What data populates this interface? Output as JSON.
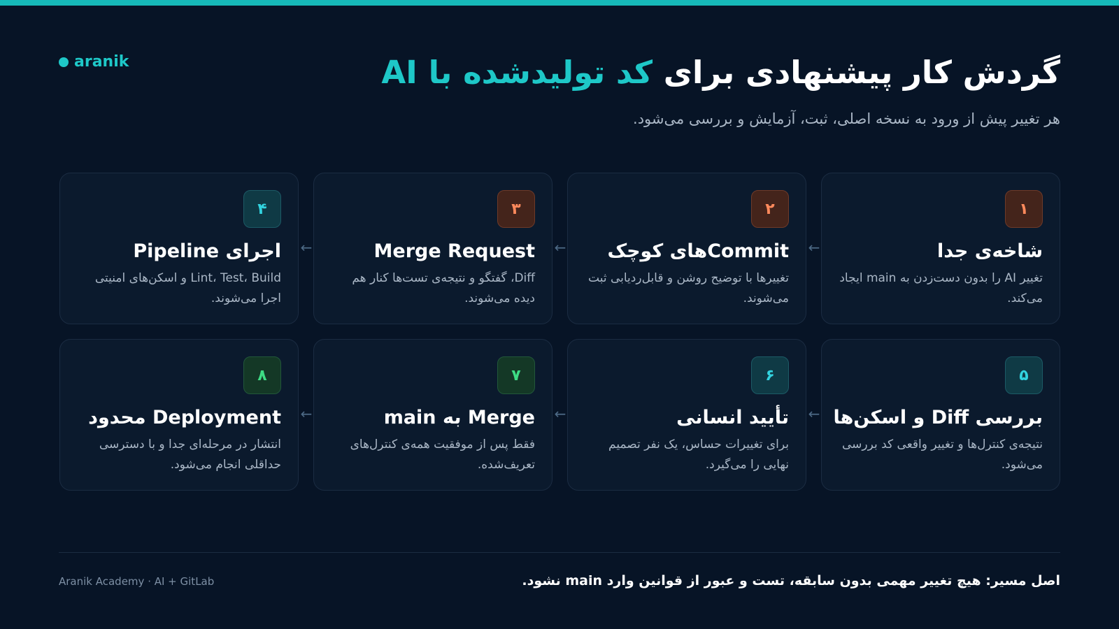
{
  "brand": {
    "name": "aranik"
  },
  "header": {
    "title_main": "گردش کار پیشنهادی برای ",
    "title_accent": "کد تولیدشده با AI",
    "subtitle": "هر تغییر پیش از ورود به نسخه اصلی، ثبت، آزمایش و بررسی می‌شود."
  },
  "steps": [
    {
      "number": "۱",
      "title": "شاخه‌ی جدا",
      "desc": "تغییر AI را بدون دست‌زدن به main ایجاد می‌کند.",
      "color": "orange"
    },
    {
      "number": "۲",
      "title": "Commitهای کوچک",
      "desc": "تغییرها با توضیح روشن و قابل‌ردیابی ثبت می‌شوند.",
      "color": "orange"
    },
    {
      "number": "۳",
      "title": "Merge Request",
      "desc": "Diff، گفتگو و نتیجه‌ی تست‌ها کنار هم دیده می‌شوند.",
      "color": "orange"
    },
    {
      "number": "۴",
      "title": "اجرای Pipeline",
      "desc": "Lint، Test، Build و اسکن‌های امنیتی اجرا می‌شوند.",
      "color": "teal"
    },
    {
      "number": "۵",
      "title": "بررسی Diff و اسکن‌ها",
      "desc": "نتیجه‌ی کنترل‌ها و تغییر واقعی کد بررسی می‌شود.",
      "color": "teal"
    },
    {
      "number": "۶",
      "title": "تأیید انسانی",
      "desc": "برای تغییرات حساس، یک نفر تصمیم نهایی را می‌گیرد.",
      "color": "teal"
    },
    {
      "number": "۷",
      "title": "Merge به main",
      "desc": "فقط پس از موفقیت همه‌ی کنترل‌های تعریف‌شده.",
      "color": "green"
    },
    {
      "number": "۸",
      "title": "Deployment محدود",
      "desc": "انتشار در مرحله‌ای جدا و با دسترسی حداقلی انجام می‌شود.",
      "color": "green"
    }
  ],
  "arrow_glyph": "←",
  "footer": {
    "note": "اصل مسیر: هیچ تغییر مهمی بدون سابقه، تست و عبور از قوانین وارد main نشود.",
    "credit": "Aranik Academy · AI + GitLab"
  },
  "colors": {
    "background": "#071426",
    "accent": "#1ec8c8",
    "orange": "#ff8a5c",
    "teal": "#32d3df",
    "green": "#3ddc84"
  }
}
